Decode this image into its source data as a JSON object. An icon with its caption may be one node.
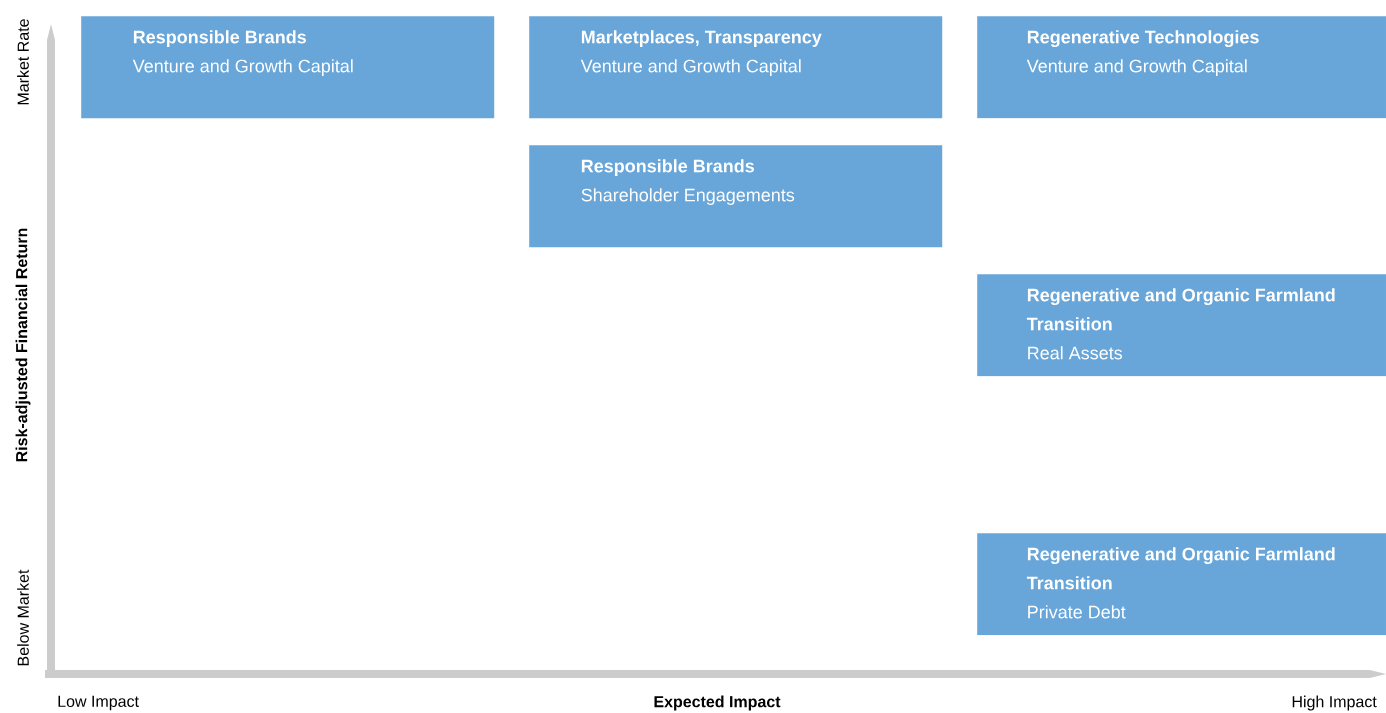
{
  "diagram": {
    "nodes": [
      {
        "text": [
          "Responsible Brands",
          "Venture and Growth Capital"
        ]
      },
      {
        "text": [
          "Marketplaces, Transparency",
          "Venture and Growth Capital"
        ]
      },
      {
        "text": [
          "Regenerative Technologies",
          "Venture and Growth Capital"
        ]
      },
      {
        "text": [
          "Responsible Brands",
          "Shareholder Engagements"
        ]
      },
      {
        "text": [
          "Regenerative and Organic Farmland Transition",
          "Real Assets"
        ]
      },
      {
        "text": [
          "Regenerative and Organic Farmland Transition",
          "Private Debt"
        ]
      }
    ],
    "labels": [
      "Market Rate",
      "Risk-adjusted Financial Return",
      "Below Market",
      "Low Impact",
      "Expected Impact",
      "High Impact"
    ]
  }
}
